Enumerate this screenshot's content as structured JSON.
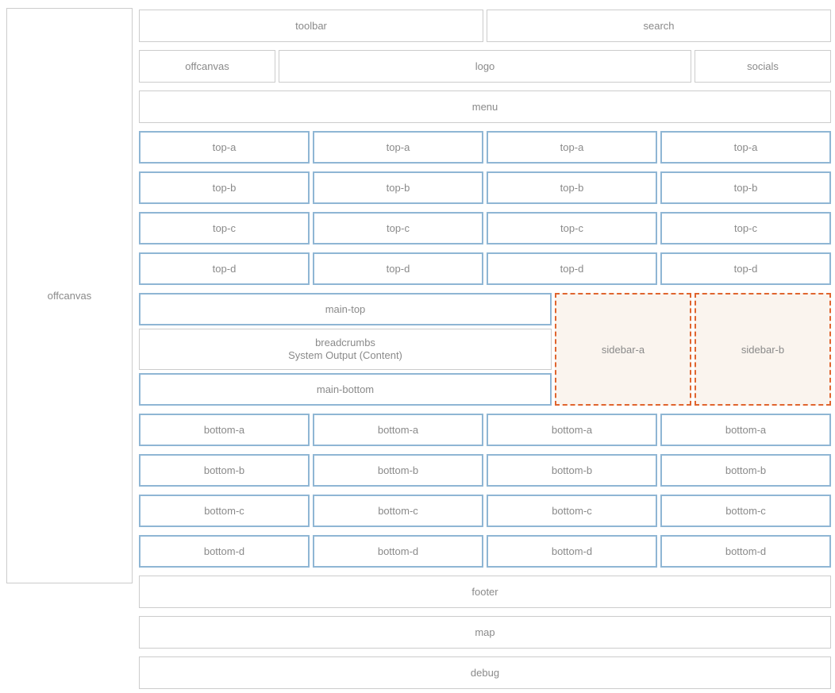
{
  "colors": {
    "background": "#ffffff",
    "text": "#8a8a8a",
    "gray_border": "#cccccc",
    "blue_border": "#8fb6d4",
    "orange_border": "#e0652f",
    "sidebar_bg": "#faf4ee"
  },
  "offcanvas_panel": {
    "label": "offcanvas"
  },
  "header": {
    "toolbar": "toolbar",
    "search": "search",
    "offcanvas": "offcanvas",
    "logo": "logo",
    "socials": "socials",
    "menu": "menu"
  },
  "top_positions": [
    "top-a",
    "top-b",
    "top-c",
    "top-d"
  ],
  "main": {
    "main_top": "main-top",
    "breadcrumbs": "breadcrumbs",
    "system_output": "System Output (Content)",
    "main_bottom": "main-bottom",
    "sidebar_a": "sidebar-a",
    "sidebar_b": "sidebar-b"
  },
  "bottom_positions": [
    "bottom-a",
    "bottom-b",
    "bottom-c",
    "bottom-d"
  ],
  "footer_rows": {
    "footer": "footer",
    "map": "map",
    "debug": "debug"
  }
}
